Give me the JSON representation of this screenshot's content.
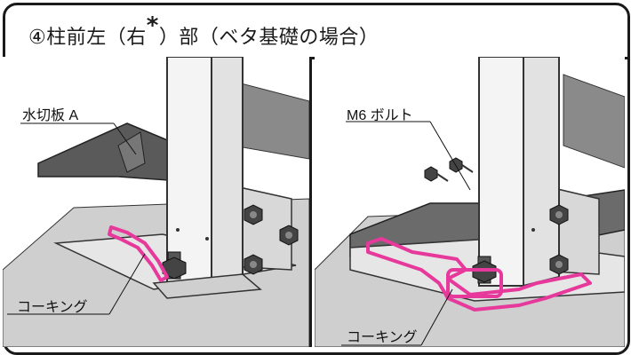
{
  "title": {
    "before_star": "④柱前左（右",
    "star": "*",
    "after_star": "）部（ベタ基礎の場合）"
  },
  "left_panel": {
    "label_top": "水切板 A",
    "label_bottom": "コーキング"
  },
  "right_panel": {
    "label_top": "M6 ボルト",
    "label_bottom": "コーキング"
  },
  "colors": {
    "caulking": "#e6399b",
    "frame": "#1a1a1a",
    "ground": "#c8c8c8",
    "plate": "#e8e8e8"
  }
}
